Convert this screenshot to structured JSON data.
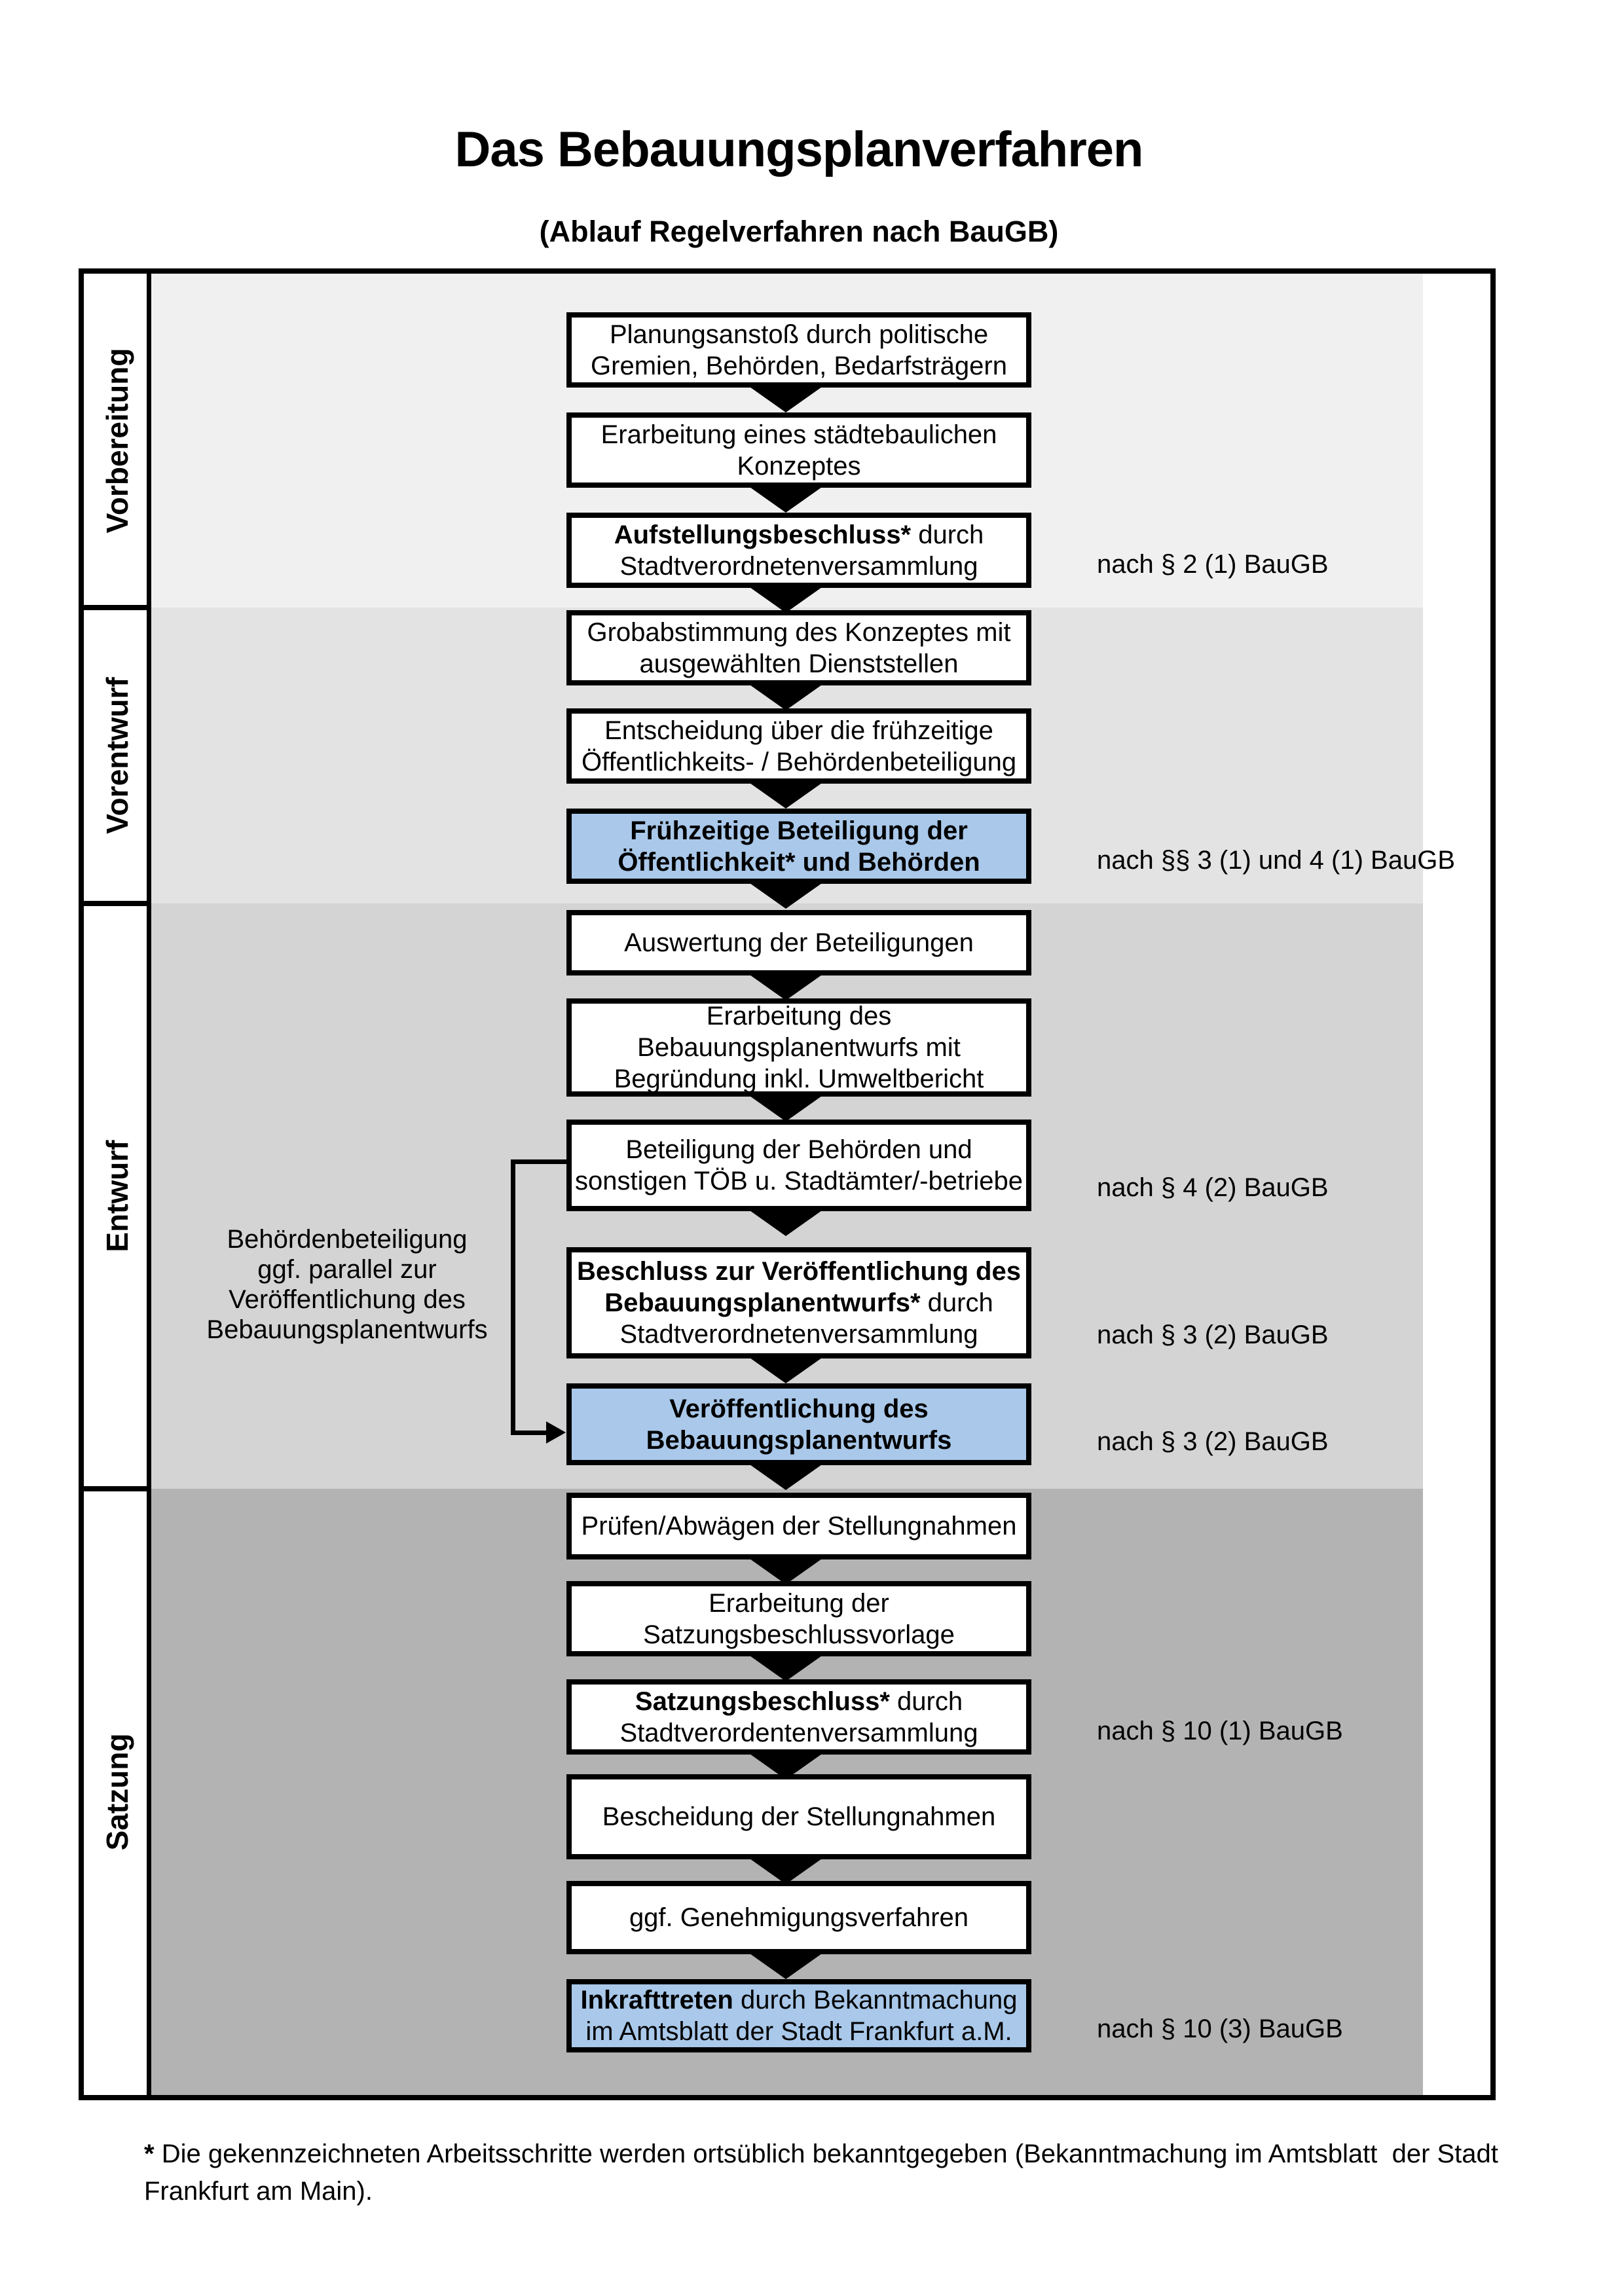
{
  "title": "Das Bebauungsplanverfahren",
  "subtitle": "(Ablauf Regelverfahren nach BauGB)",
  "colors": {
    "highlight_blue": "#a9c8ea",
    "section_vorbereitung": "#f0f0f0",
    "section_vorentwurf": "#e3e3e3",
    "section_entwurf": "#d4d4d4",
    "section_satzung": "#b3b3b3",
    "border_black": "#000000"
  },
  "phases": [
    {
      "key": "vorbereitung",
      "label": "Vorbereitung"
    },
    {
      "key": "vorentwurf",
      "label": "Vorentwurf"
    },
    {
      "key": "entwurf",
      "label": "Entwurf"
    },
    {
      "key": "satzung",
      "label": "Satzung"
    }
  ],
  "steps": [
    {
      "phase": "vorbereitung",
      "highlight": false,
      "lines": [
        [
          {
            "text": "Planungsanstoß durch politische",
            "bold": false
          }
        ],
        [
          {
            "text": "Gremien, Behörden, Bedarfsträgern",
            "bold": false
          }
        ]
      ]
    },
    {
      "phase": "vorbereitung",
      "highlight": false,
      "lines": [
        [
          {
            "text": "Erarbeitung eines städtebaulichen",
            "bold": false
          }
        ],
        [
          {
            "text": "Konzeptes",
            "bold": false
          }
        ]
      ]
    },
    {
      "phase": "vorbereitung",
      "highlight": false,
      "ref": "nach § 2 (1) BauGB",
      "lines": [
        [
          {
            "text": "Aufstellungsbeschluss*",
            "bold": true
          },
          {
            "text": " durch",
            "bold": false
          }
        ],
        [
          {
            "text": "Stadtverordnetenversammlung",
            "bold": false
          }
        ]
      ]
    },
    {
      "phase": "vorentwurf",
      "highlight": false,
      "lines": [
        [
          {
            "text": "Grobabstimmung des Konzeptes mit",
            "bold": false
          }
        ],
        [
          {
            "text": "ausgewählten Dienststellen",
            "bold": false
          }
        ]
      ]
    },
    {
      "phase": "vorentwurf",
      "highlight": false,
      "lines": [
        [
          {
            "text": "Entscheidung über die frühzeitige",
            "bold": false
          }
        ],
        [
          {
            "text": "Öffentlichkeits- / Behördenbeteiligung",
            "bold": false
          }
        ]
      ]
    },
    {
      "phase": "vorentwurf",
      "highlight": true,
      "ref": "nach §§ 3 (1) und 4 (1) BauGB",
      "lines": [
        [
          {
            "text": "Frühzeitige Beteiligung der",
            "bold": true
          }
        ],
        [
          {
            "text": "Öffentlichkeit* und Behörden",
            "bold": true
          }
        ]
      ]
    },
    {
      "phase": "entwurf",
      "highlight": false,
      "lines": [
        [
          {
            "text": "Auswertung der Beteiligungen",
            "bold": false
          }
        ]
      ]
    },
    {
      "phase": "entwurf",
      "highlight": false,
      "lines": [
        [
          {
            "text": "Erarbeitung des",
            "bold": false
          }
        ],
        [
          {
            "text": "Bebauungsplanentwurfs mit",
            "bold": false
          }
        ],
        [
          {
            "text": "Begründung inkl. Umweltbericht",
            "bold": false
          }
        ]
      ]
    },
    {
      "phase": "entwurf",
      "highlight": false,
      "ref": "nach § 4 (2) BauGB",
      "lines": [
        [
          {
            "text": "Beteiligung der Behörden und",
            "bold": false
          }
        ],
        [
          {
            "text": "sonstigen TÖB u. Stadtämter/-betriebe",
            "bold": false
          }
        ]
      ]
    },
    {
      "phase": "entwurf",
      "highlight": false,
      "ref": "nach § 3 (2) BauGB",
      "lines": [
        [
          {
            "text": "Beschluss zur Veröffentlichung des",
            "bold": true
          }
        ],
        [
          {
            "text": "Bebauungsplanentwurfs*",
            "bold": true
          },
          {
            "text": " durch",
            "bold": false
          }
        ],
        [
          {
            "text": "Stadtverordnetenversammlung",
            "bold": false
          }
        ]
      ]
    },
    {
      "phase": "entwurf",
      "highlight": true,
      "ref": "nach § 3 (2) BauGB",
      "lines": [
        [
          {
            "text": "Veröffentlichung des",
            "bold": true
          }
        ],
        [
          {
            "text": "Bebauungsplanentwurfs",
            "bold": true
          }
        ]
      ]
    },
    {
      "phase": "satzung",
      "highlight": false,
      "lines": [
        [
          {
            "text": "Prüfen/Abwägen der Stellungnahmen",
            "bold": false
          }
        ]
      ]
    },
    {
      "phase": "satzung",
      "highlight": false,
      "lines": [
        [
          {
            "text": "Erarbeitung der",
            "bold": false
          }
        ],
        [
          {
            "text": "Satzungsbeschlussvorlage",
            "bold": false
          }
        ]
      ]
    },
    {
      "phase": "satzung",
      "highlight": false,
      "ref": "nach § 10 (1) BauGB",
      "lines": [
        [
          {
            "text": "Satzungsbeschluss*",
            "bold": true
          },
          {
            "text": " durch",
            "bold": false
          }
        ],
        [
          {
            "text": "Stadtverordentenversammlung",
            "bold": false
          }
        ]
      ]
    },
    {
      "phase": "satzung",
      "highlight": false,
      "lines": [
        [
          {
            "text": "Bescheidung der Stellungnahmen",
            "bold": false
          }
        ]
      ]
    },
    {
      "phase": "satzung",
      "highlight": false,
      "lines": [
        [
          {
            "text": "ggf. Genehmigungsverfahren",
            "bold": false
          }
        ]
      ]
    },
    {
      "phase": "satzung",
      "highlight": true,
      "ref": "nach § 10 (3) BauGB",
      "lines": [
        [
          {
            "text": "Inkrafttreten",
            "bold": true
          },
          {
            "text": " durch Bekanntmachung",
            "bold": false
          }
        ],
        [
          {
            "text": "im Amtsblatt der Stadt Frankfurt a.M.",
            "bold": false
          }
        ]
      ]
    }
  ],
  "side_note": {
    "lines": [
      "Behördenbeteiligung",
      "ggf. parallel zur",
      "Veröffentlichung des",
      "Bebauungsplanentwurfs"
    ]
  },
  "footnote": {
    "marker": "*",
    "text": " Die gekennzeichneten Arbeitsschritte werden ortsüblich bekanntgegeben (Bekanntmachung im Amtsblatt  der Stadt\nFrankfurt am Main)."
  }
}
